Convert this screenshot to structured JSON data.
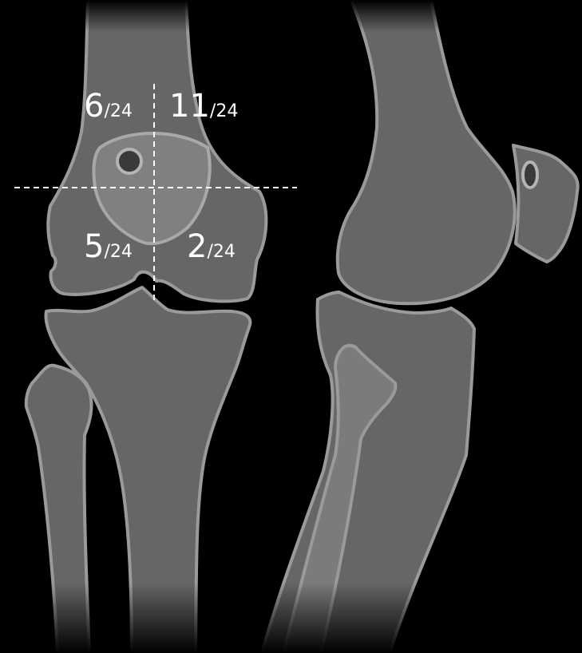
{
  "quadrants": {
    "upper_left": {
      "num": "6",
      "den": "/24"
    },
    "upper_right": {
      "num": "11",
      "den": "/24"
    },
    "lower_left": {
      "num": "5",
      "den": "/24"
    },
    "lower_right": {
      "num": "2",
      "den": "/24"
    }
  },
  "colors": {
    "background": "#000000",
    "bone_fill": "#666666",
    "bone_outline": "#9a9a9a",
    "patella_overlay": "#808080",
    "hole": "#3a3a3a",
    "text": "#ffffff"
  }
}
